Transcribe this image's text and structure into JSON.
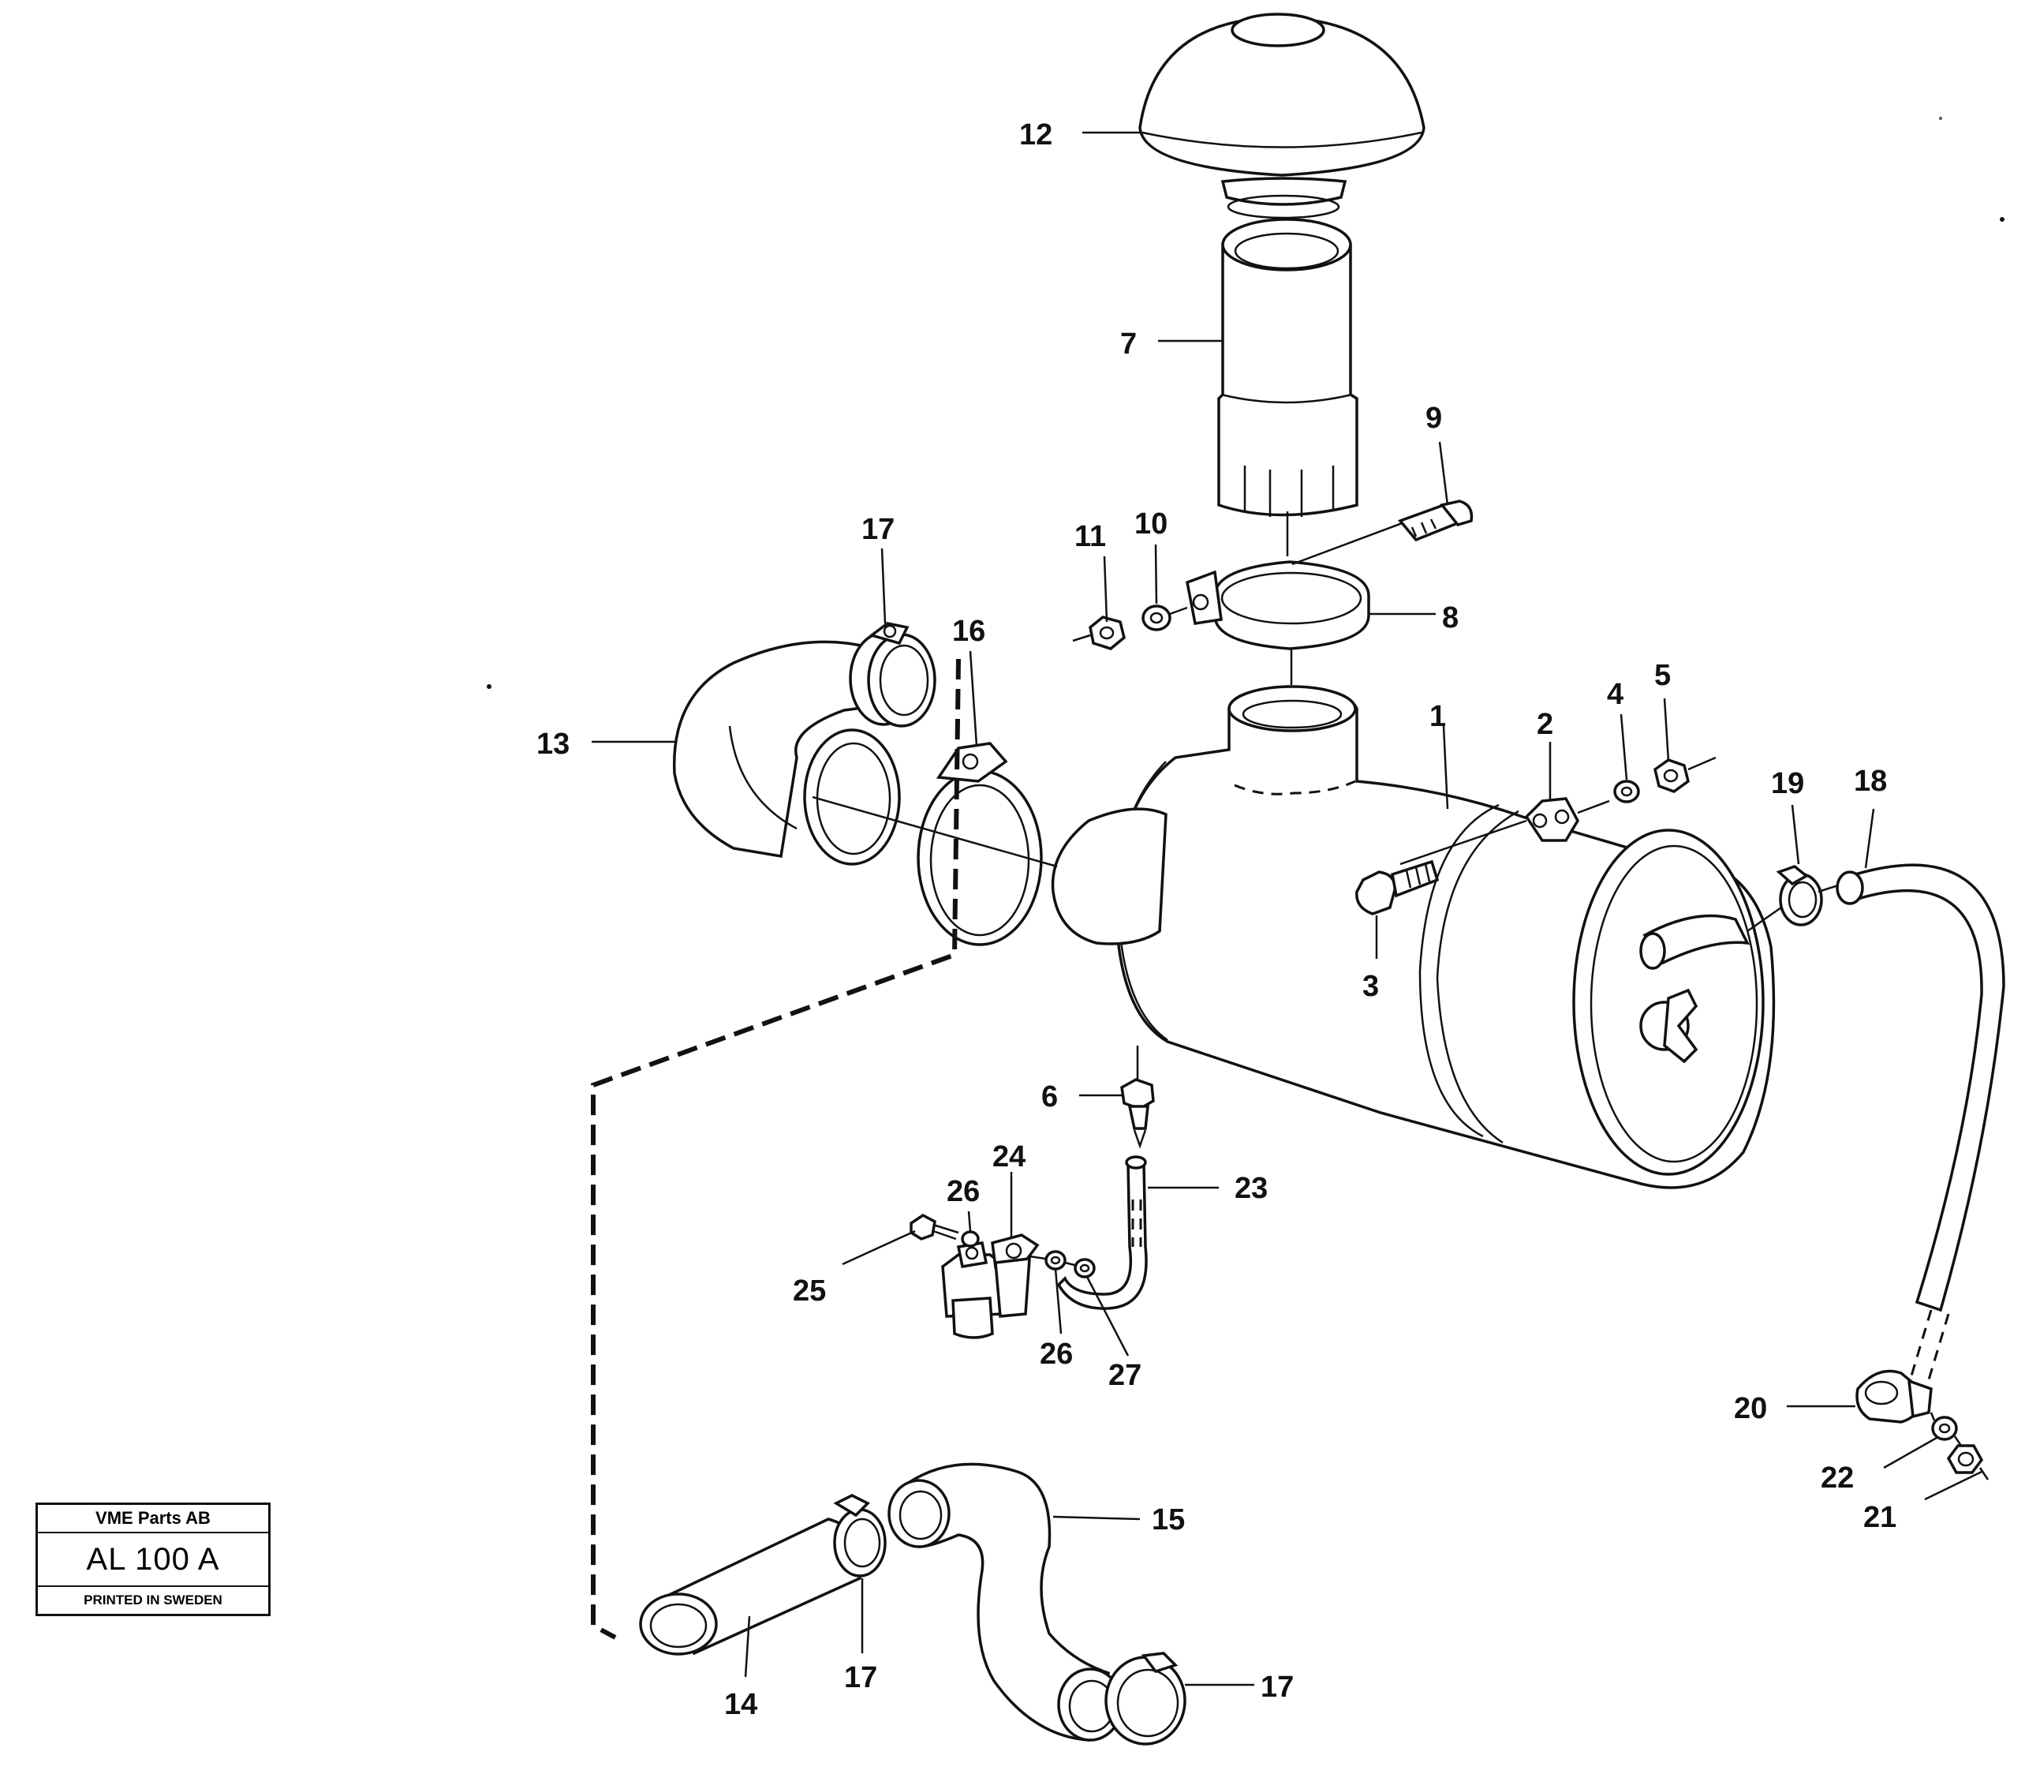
{
  "callouts": [
    {
      "id": "c1",
      "text": "1"
    },
    {
      "id": "c2",
      "text": "2"
    },
    {
      "id": "c3",
      "text": "3"
    },
    {
      "id": "c4",
      "text": "4"
    },
    {
      "id": "c5",
      "text": "5"
    },
    {
      "id": "c6",
      "text": "6"
    },
    {
      "id": "c7",
      "text": "7"
    },
    {
      "id": "c8",
      "text": "8"
    },
    {
      "id": "c9",
      "text": "9"
    },
    {
      "id": "c10",
      "text": "10"
    },
    {
      "id": "c11",
      "text": "11"
    },
    {
      "id": "c12",
      "text": "12"
    },
    {
      "id": "c13",
      "text": "13"
    },
    {
      "id": "c14",
      "text": "14"
    },
    {
      "id": "c15",
      "text": "15"
    },
    {
      "id": "c16",
      "text": "16"
    },
    {
      "id": "c17a",
      "text": "17"
    },
    {
      "id": "c17b",
      "text": "17"
    },
    {
      "id": "c17c",
      "text": "17"
    },
    {
      "id": "c18",
      "text": "18"
    },
    {
      "id": "c19",
      "text": "19"
    },
    {
      "id": "c20",
      "text": "20"
    },
    {
      "id": "c21",
      "text": "21"
    },
    {
      "id": "c22",
      "text": "22"
    },
    {
      "id": "c23",
      "text": "23"
    },
    {
      "id": "c24",
      "text": "24"
    },
    {
      "id": "c25",
      "text": "25"
    },
    {
      "id": "c26a",
      "text": "26"
    },
    {
      "id": "c26b",
      "text": "26"
    },
    {
      "id": "c27",
      "text": "27"
    }
  ],
  "stamp": {
    "company": "VME Parts AB",
    "code": "AL 100 A",
    "printed": "PRINTED IN SWEDEN"
  }
}
